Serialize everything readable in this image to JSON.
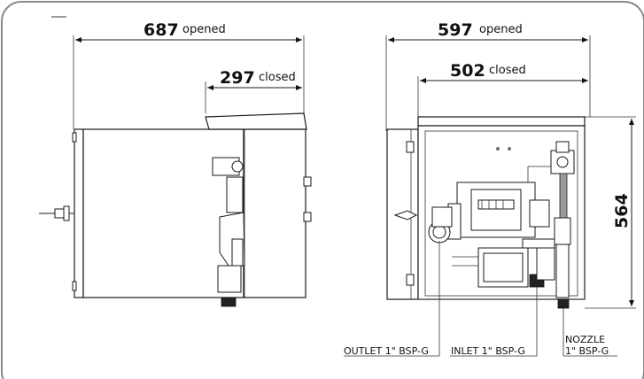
{
  "dimensions": {
    "width_opened_side": {
      "value": "687",
      "note": "opened"
    },
    "width_closed_side": {
      "value": "297",
      "note": "closed"
    },
    "width_opened_front": {
      "value": "597",
      "note": "opened"
    },
    "width_closed_front": {
      "value": "502",
      "note": "closed"
    },
    "height": {
      "value": "564"
    }
  },
  "callouts": {
    "outlet": "OUTLET 1\" BSP-G",
    "inlet": "INLET 1\" BSP-G",
    "nozzle_line1": "NOZZLE",
    "nozzle_line2": "1\" BSP-G"
  },
  "colors": {
    "frame_border": "#8a8a8a",
    "line": "#1a1a1a"
  }
}
